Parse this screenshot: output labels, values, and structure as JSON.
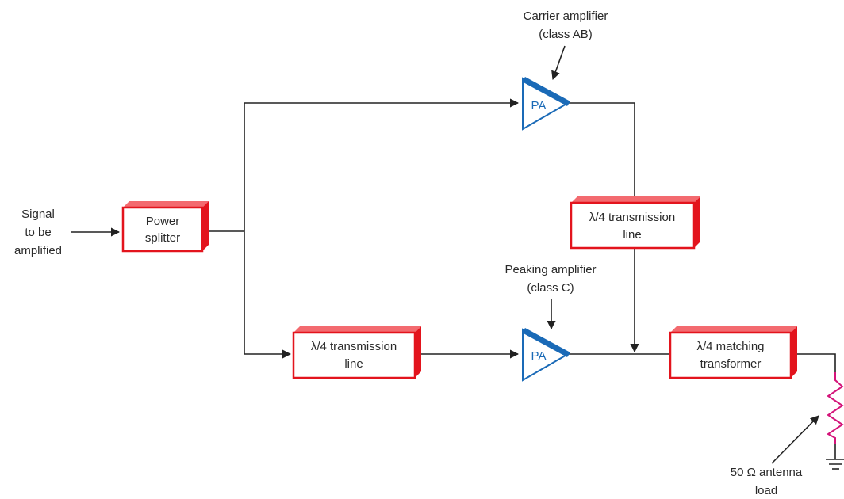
{
  "input": {
    "line1": "Signal",
    "line2": "to be",
    "line3": "amplified"
  },
  "power_splitter": {
    "line1": "Power",
    "line2": "splitter"
  },
  "carrier_amp": {
    "label": "PA",
    "title1": "Carrier amplifier",
    "title2": "(class AB)"
  },
  "peaking_amp": {
    "label": "PA",
    "title1": "Peaking amplifier",
    "title2": "(class C)"
  },
  "tline_upper": {
    "line1": "λ/4 transmission",
    "line2": "line"
  },
  "tline_lower": {
    "line1": "λ/4 transmission",
    "line2": "line"
  },
  "matching": {
    "line1": "λ/4 matching",
    "line2": "transformer"
  },
  "load": {
    "line1": "50 Ω antenna",
    "line2": "load"
  },
  "colors": {
    "block_red": "#e3141d",
    "pa_blue": "#1a6ab7",
    "resistor_magenta": "#d4147a"
  }
}
